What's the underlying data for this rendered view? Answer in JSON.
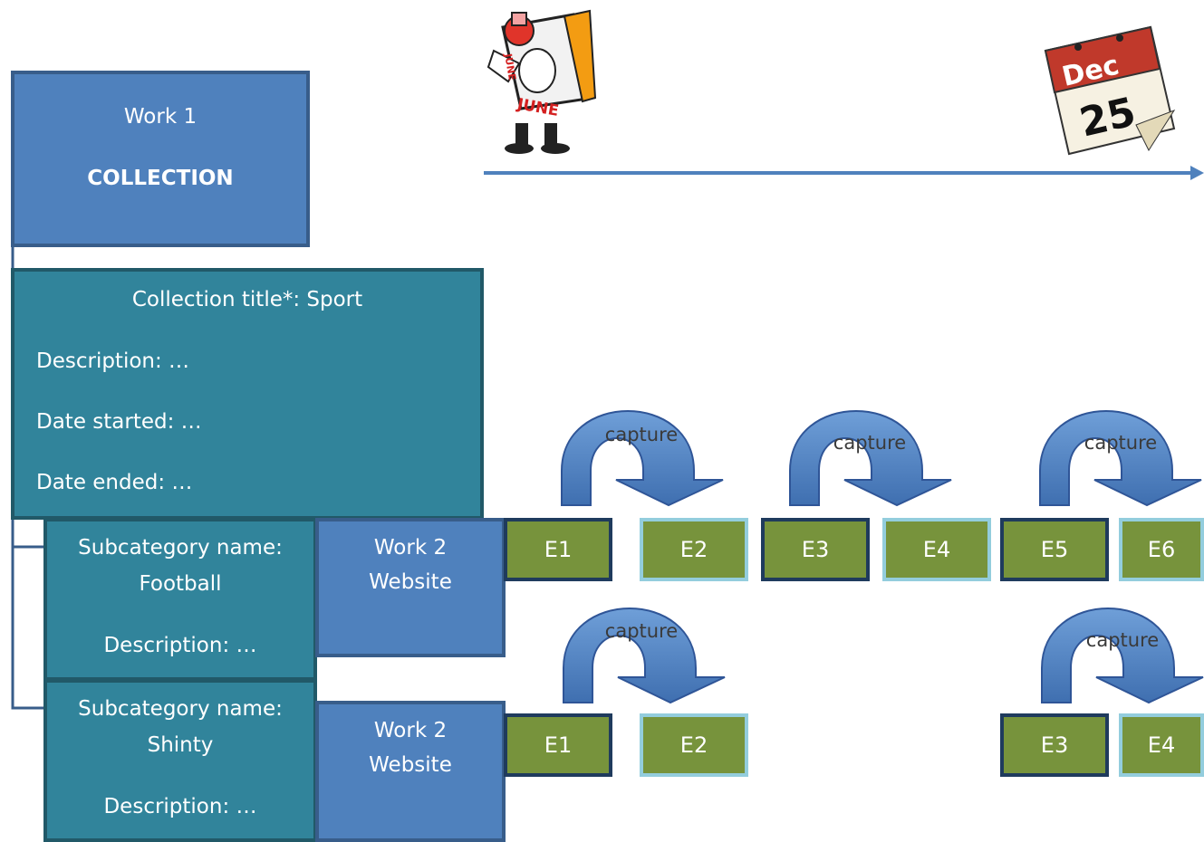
{
  "work1": {
    "line1": "Work 1",
    "line2": "COLLECTION"
  },
  "collection": {
    "title": "Collection title*: Sport",
    "description": "Description: …",
    "date_started": "Date started: …",
    "date_ended": "Date ended: …"
  },
  "subcategories": [
    {
      "label": "Subcategory name:",
      "name": "Football",
      "description": "Description: …"
    },
    {
      "label": "Subcategory name:",
      "name": "Shinty",
      "description": "Description: …"
    }
  ],
  "work2": [
    {
      "line1": "Work 2",
      "line2": "Website"
    },
    {
      "line1": "Work 2",
      "line2": "Website"
    }
  ],
  "captures": [
    {
      "label": "capture"
    },
    {
      "label": "capture"
    },
    {
      "label": "capture"
    },
    {
      "label": "capture"
    },
    {
      "label": "capture"
    }
  ],
  "events_row1": [
    "E1",
    "E2",
    "E3",
    "E4",
    "E5",
    "E6"
  ],
  "events_row2": [
    "E1",
    "E2",
    "E3",
    "E4"
  ],
  "icons": {
    "start": "calendar-june-icon",
    "end": "calendar-dec-25-icon",
    "timeline": "timeline-arrow"
  },
  "calendar_text": {
    "june_month": "JUNE",
    "dec_month": "Dec",
    "dec_day": "25"
  },
  "colors": {
    "work_blue": "#4f81bd",
    "collection_teal": "#31849b",
    "event_green": "#77933c",
    "arrow_blue": "#4f81bd"
  }
}
